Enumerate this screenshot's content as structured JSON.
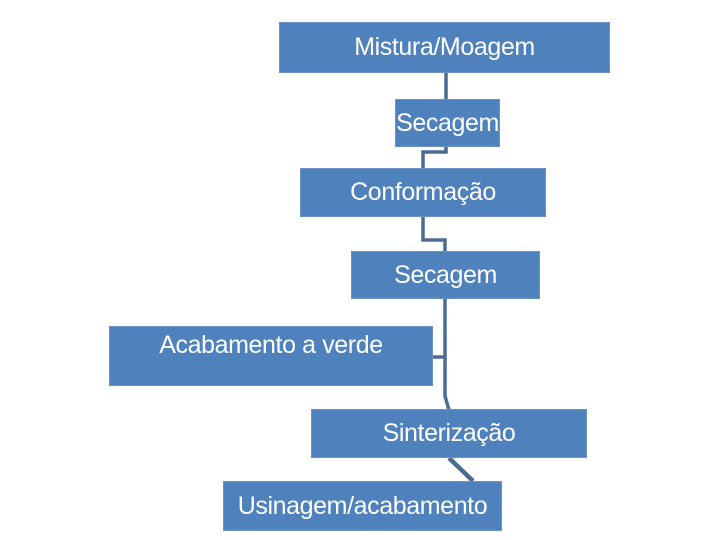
{
  "page": {
    "background_color": "#ffffff"
  },
  "diagram": {
    "type": "flowchart",
    "direction": "top-down",
    "colors": {
      "node_fill": "#4f81bd",
      "node_border": "#6c92c3",
      "connector": "#4a6b92",
      "text": "#ffffff"
    },
    "nodes": [
      {
        "id": "mistura-moagem",
        "label": "Mistura/Moagem"
      },
      {
        "id": "secagem-1",
        "label": "Secagem"
      },
      {
        "id": "conformacao",
        "label": "Conformação"
      },
      {
        "id": "secagem-2",
        "label": "Secagem"
      },
      {
        "id": "acabamento-a-verde",
        "label": "Acabamento a verde"
      },
      {
        "id": "sinterizacao",
        "label": "Sinterização"
      },
      {
        "id": "usinagem-acabamento",
        "label": "Usinagem/acabamento"
      }
    ],
    "connections": [
      {
        "from": "mistura-moagem",
        "to": "secagem-1"
      },
      {
        "from": "secagem-1",
        "to": "conformacao"
      },
      {
        "from": "conformacao",
        "to": "secagem-2"
      },
      {
        "from": "secagem-2",
        "to": "sinterizacao"
      },
      {
        "from": "acabamento-a-verde",
        "to": "secagem-2-sinterizacao-trunk"
      },
      {
        "from": "sinterizacao",
        "to": "usinagem-acabamento"
      }
    ]
  }
}
